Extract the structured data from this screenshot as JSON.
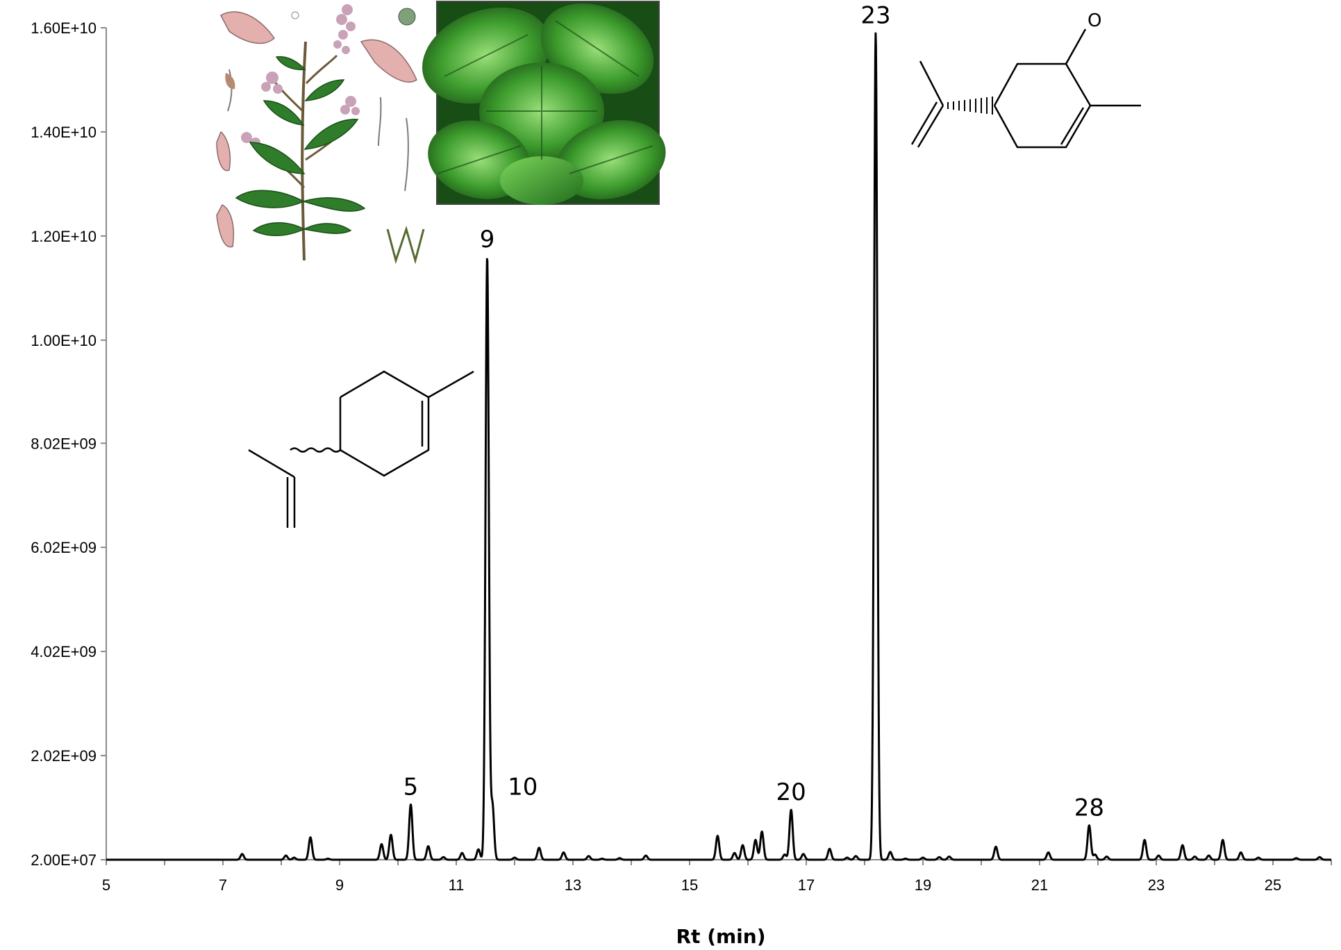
{
  "chart_data": {
    "type": "line",
    "title": "",
    "xlabel": "Rt (min)",
    "ylabel": "",
    "xlim": [
      5,
      26
    ],
    "ylim": [
      20000000,
      16000000000
    ],
    "x_ticks": [
      "5",
      "7",
      "9",
      "11",
      "13",
      "15",
      "17",
      "19",
      "21",
      "23",
      "25"
    ],
    "y_ticks": [
      "2.00E+07",
      "2.02E+09",
      "4.02E+09",
      "6.02E+09",
      "8.02E+09",
      "1.00E+10",
      "1.20E+10",
      "1.40E+10",
      "1.60E+10"
    ],
    "baseline": 20000000,
    "grid": false,
    "legend": "none",
    "series": [
      {
        "peaks": [
          [
            7.33,
            130000000.0
          ],
          [
            8.08,
            100000000.0
          ],
          [
            8.22,
            60000000.0
          ],
          [
            8.5,
            450000000.0
          ],
          [
            8.8,
            40000000.0
          ],
          [
            9.72,
            320000000.0
          ],
          [
            9.88,
            500000000.0
          ],
          [
            10.22,
            1080000000.0
          ],
          [
            10.52,
            280000000.0
          ],
          [
            10.78,
            70000000.0
          ],
          [
            11.1,
            150000000.0
          ],
          [
            11.38,
            220000000.0
          ],
          [
            11.53,
            11600000000.0
          ],
          [
            11.62,
            1080000000.0
          ],
          [
            12.0,
            60000000.0
          ],
          [
            12.42,
            250000000.0
          ],
          [
            12.84,
            160000000.0
          ],
          [
            13.27,
            90000000.0
          ],
          [
            13.5,
            40000000.0
          ],
          [
            13.8,
            50000000.0
          ],
          [
            14.25,
            100000000.0
          ],
          [
            15.48,
            480000000.0
          ],
          [
            15.77,
            150000000.0
          ],
          [
            15.91,
            300000000.0
          ],
          [
            16.13,
            400000000.0
          ],
          [
            16.24,
            560000000.0
          ],
          [
            16.63,
            120000000.0
          ],
          [
            16.74,
            980000000.0
          ],
          [
            16.95,
            130000000.0
          ],
          [
            17.4,
            230000000.0
          ],
          [
            17.7,
            60000000.0
          ],
          [
            17.85,
            90000000.0
          ],
          [
            18.19,
            15900000000.0
          ],
          [
            18.44,
            170000000.0
          ],
          [
            18.7,
            40000000.0
          ],
          [
            19.0,
            60000000.0
          ],
          [
            19.28,
            70000000.0
          ],
          [
            19.45,
            80000000.0
          ],
          [
            20.25,
            270000000.0
          ],
          [
            21.15,
            160000000.0
          ],
          [
            21.85,
            680000000.0
          ],
          [
            21.95,
            120000000.0
          ],
          [
            22.15,
            80000000.0
          ],
          [
            22.8,
            400000000.0
          ],
          [
            23.04,
            100000000.0
          ],
          [
            23.45,
            300000000.0
          ],
          [
            23.66,
            80000000.0
          ],
          [
            23.9,
            100000000.0
          ],
          [
            24.14,
            400000000.0
          ],
          [
            24.45,
            160000000.0
          ],
          [
            24.75,
            60000000.0
          ],
          [
            25.4,
            50000000.0
          ],
          [
            25.8,
            70000000.0
          ]
        ]
      }
    ],
    "annotations": [
      {
        "text": "5",
        "x": 10.22
      },
      {
        "text": "9",
        "x": 11.53
      },
      {
        "text": "10",
        "x": 11.62
      },
      {
        "text": "20",
        "x": 16.74
      },
      {
        "text": "23",
        "x": 18.19
      },
      {
        "text": "28",
        "x": 21.85
      }
    ]
  },
  "colors": {
    "line": "#000000",
    "leaf_dark": "#1f6b1c",
    "leaf_light": "#4caf2e",
    "flower": "#d4a0a8"
  },
  "insets": [
    "botanical-illustration",
    "mint-leaves-photo",
    "limonene-structure",
    "carvone-structure"
  ]
}
